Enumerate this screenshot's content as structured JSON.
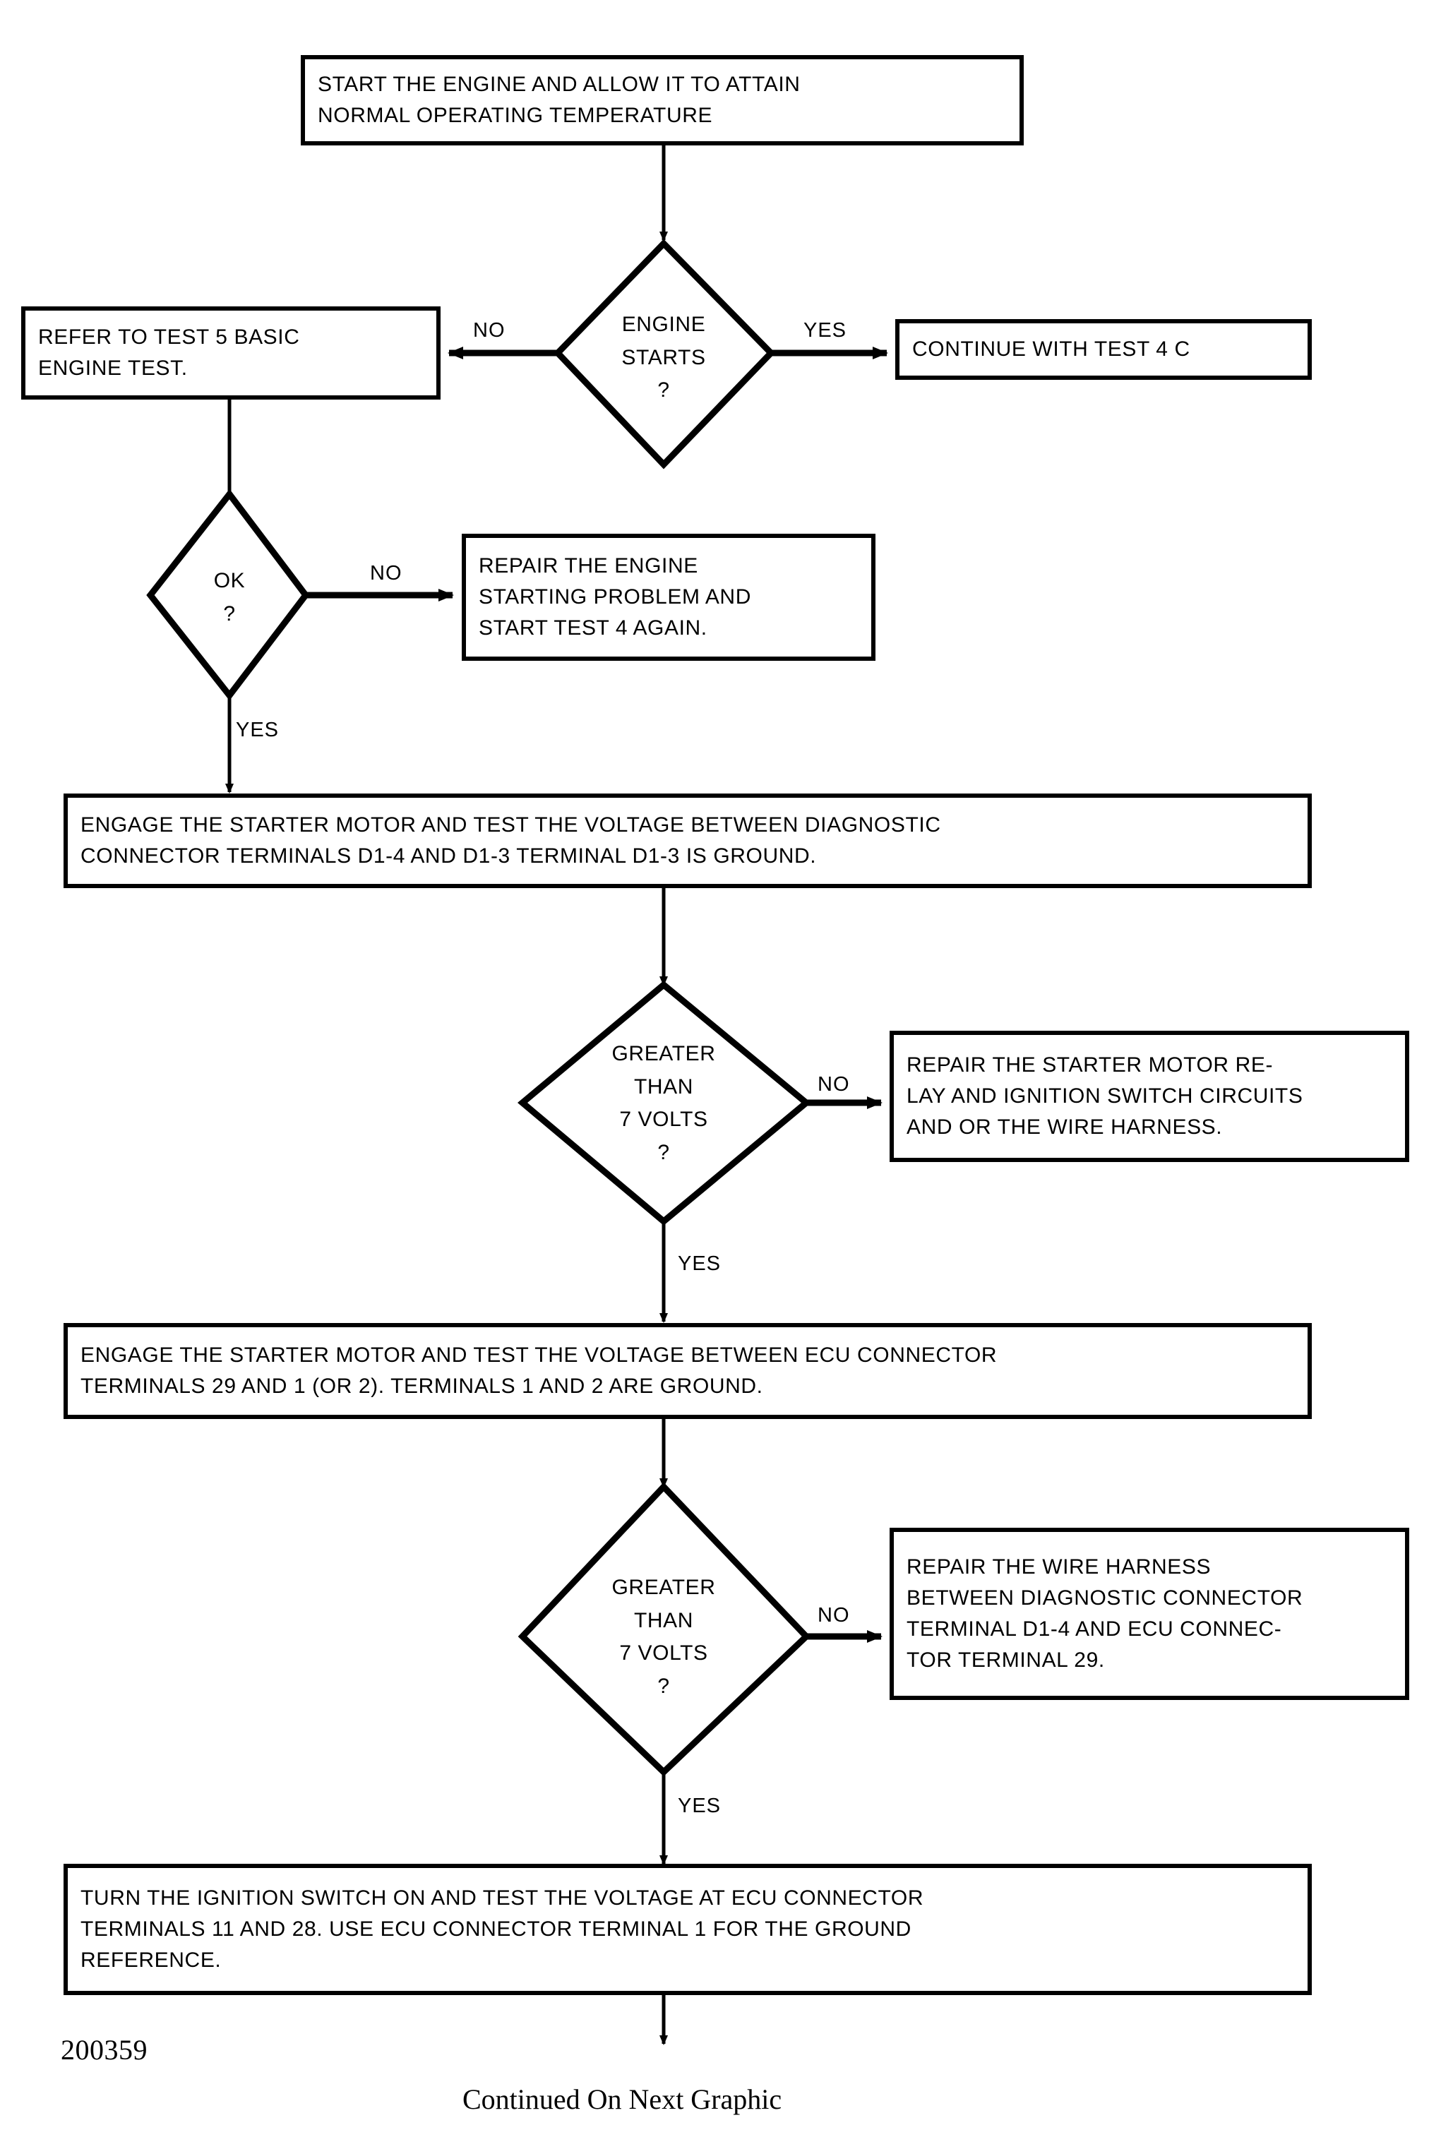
{
  "diagram": {
    "type": "flowchart",
    "title": "",
    "page_code": "200359",
    "continuation_note": "Continued On Next Graphic",
    "colors": {
      "ink": "#000000",
      "paper": "#ffffff"
    },
    "nodes": [
      {
        "id": "n1",
        "shape": "process",
        "text": "START THE ENGINE AND ALLOW IT TO ATTAIN\nNORMAL OPERATING TEMPERATURE"
      },
      {
        "id": "d1",
        "shape": "decision",
        "text": "ENGINE\nSTARTS\n?"
      },
      {
        "id": "n2",
        "shape": "process",
        "text": "REFER TO TEST 5  BASIC\nENGINE TEST."
      },
      {
        "id": "n3",
        "shape": "process",
        "text": "CONTINUE WITH TEST 4 C"
      },
      {
        "id": "d2",
        "shape": "decision",
        "text": "OK\n?"
      },
      {
        "id": "n4",
        "shape": "process",
        "text": "REPAIR THE ENGINE\nSTARTING PROBLEM AND\nSTART TEST 4 AGAIN."
      },
      {
        "id": "n5",
        "shape": "process",
        "text": "ENGAGE THE STARTER MOTOR AND TEST THE VOLTAGE BETWEEN DIAGNOSTIC\nCONNECTOR TERMINALS D1-4 AND D1-3  TERMINAL D1-3 IS GROUND."
      },
      {
        "id": "d3",
        "shape": "decision",
        "text": "GREATER\nTHAN\n7 VOLTS\n?"
      },
      {
        "id": "n6",
        "shape": "process",
        "text": "REPAIR THE STARTER MOTOR RE-\nLAY AND IGNITION SWITCH CIRCUITS\nAND OR THE WIRE HARNESS."
      },
      {
        "id": "n7",
        "shape": "process",
        "text": "ENGAGE THE STARTER MOTOR AND TEST THE VOLTAGE BETWEEN ECU CONNECTOR\nTERMINALS 29 AND 1 (OR 2). TERMINALS 1 AND 2 ARE GROUND."
      },
      {
        "id": "d4",
        "shape": "decision",
        "text": "GREATER\nTHAN\n7 VOLTS\n?"
      },
      {
        "id": "n8",
        "shape": "process",
        "text": "REPAIR THE WIRE HARNESS\nBETWEEN DIAGNOSTIC CONNECTOR\nTERMINAL D1-4 AND ECU CONNEC-\nTOR TERMINAL 29."
      },
      {
        "id": "n9",
        "shape": "process",
        "text": "TURN THE IGNITION SWITCH ON AND TEST THE VOLTAGE AT ECU CONNECTOR\nTERMINALS 11 AND 28. USE ECU CONNECTOR TERMINAL 1 FOR THE GROUND\nREFERENCE."
      }
    ],
    "edge_labels": {
      "d1_no": "NO",
      "d1_yes": "YES",
      "d2_no": "NO",
      "d2_yes": "YES",
      "d3_no": "NO",
      "d3_yes": "YES",
      "d4_no": "NO",
      "d4_yes": "YES"
    }
  }
}
